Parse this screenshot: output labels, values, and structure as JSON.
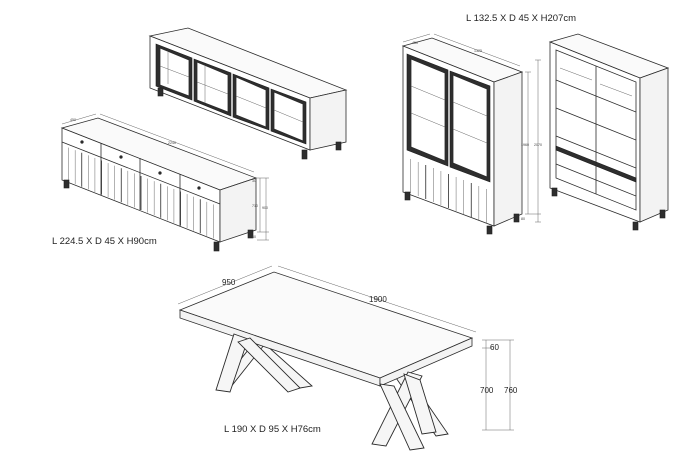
{
  "sideboard": {
    "caption": "L 224.5 X D 45 X H90cm",
    "width_dim": "2240",
    "depth_dim": "450",
    "height_dims": [
      "30",
      "710",
      "900",
      "80"
    ]
  },
  "vitrine": {
    "caption": "L 132.5 X D 45 X H207cm",
    "width_dim": "1325",
    "depth_dim": "450",
    "height_dims": [
      "1960",
      "2070",
      "80"
    ]
  },
  "table": {
    "caption": "L 190 X D 95 X H76cm",
    "depth_dim": "950",
    "length_dim": "1900",
    "top_thickness_dim": "60",
    "leg_height_dim": "700",
    "total_height_dim": "760"
  },
  "colors": {
    "line": "#2b2b2b",
    "text": "#222222",
    "dark_panel": "#2e2e2e"
  }
}
